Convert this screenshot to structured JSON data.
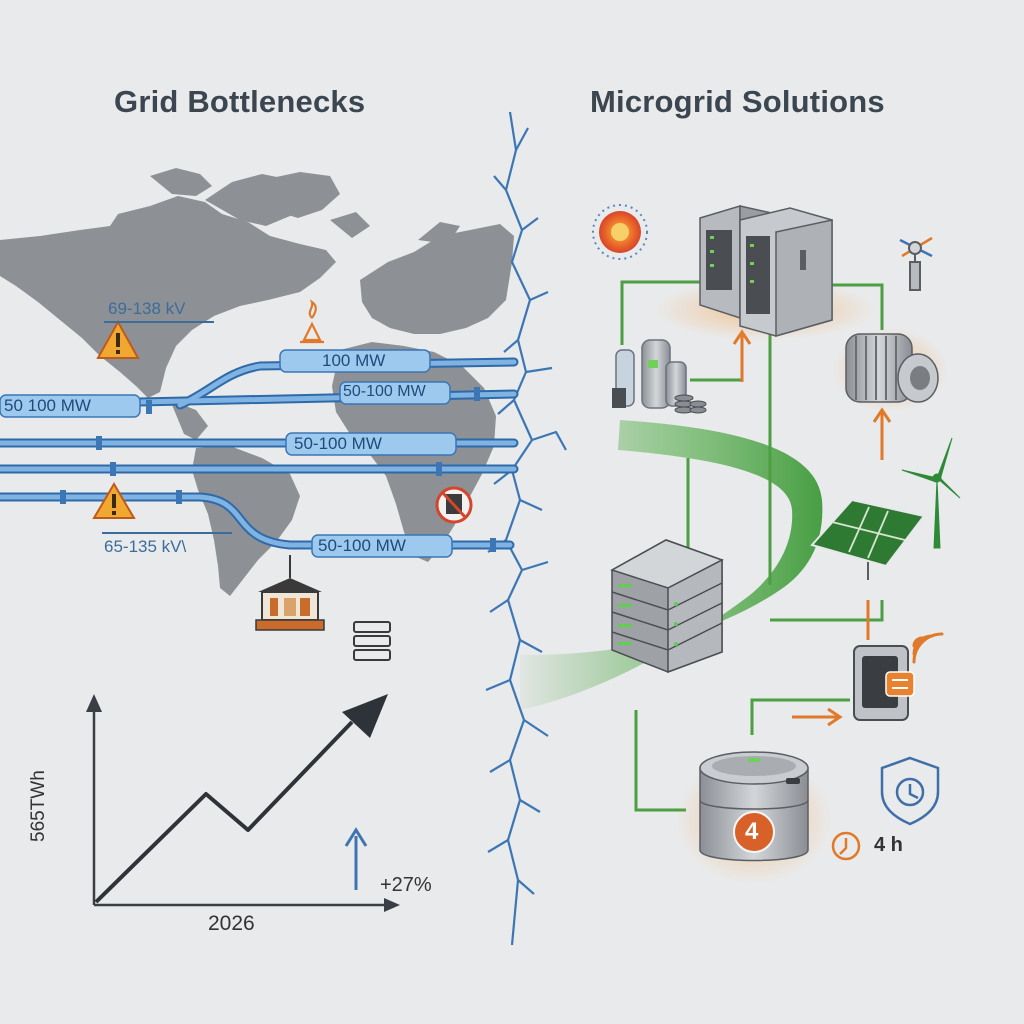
{
  "left_panel": {
    "title": "Grid Bottlenecks",
    "voltage_labels": [
      "69-138 kV",
      "65-135 kV\\"
    ],
    "line_capacity_labels": [
      "100     MW",
      "50-100 MW",
      "50    100    MW",
      "50-100     MW",
      "50-100     MW"
    ],
    "chart": {
      "ylabel": "565TWh",
      "xlabel": "2026",
      "growth_label": "+27%"
    }
  },
  "right_panel": {
    "title": "Microgrid Solutions",
    "storage_badge": "4",
    "duration_label": "4 h"
  },
  "colors": {
    "background": "#e9eaeb",
    "map_land": "#8d9095",
    "transmission_line": "#4a86c5",
    "crack": "#3c76b4",
    "microgrid_line": "#4c9f43",
    "accent_orange": "#e07a2a",
    "text_dark": "#3c4650"
  },
  "icons": [
    "warning-icon",
    "fire-hazard-icon",
    "no-battery-icon",
    "substation-icon",
    "server-rack-icon",
    "reactor-icon",
    "data-center-icon",
    "wind-vane-icon",
    "electrolyzer-icon",
    "turbine-icon",
    "wind-turbine-icon",
    "solar-panel-icon",
    "rack-server-icon",
    "smart-meter-icon",
    "wifi-signal-icon",
    "battery-storage-icon",
    "shield-clock-icon",
    "clock-icon",
    "trend-arrow-icon",
    "up-arrow-icon"
  ]
}
